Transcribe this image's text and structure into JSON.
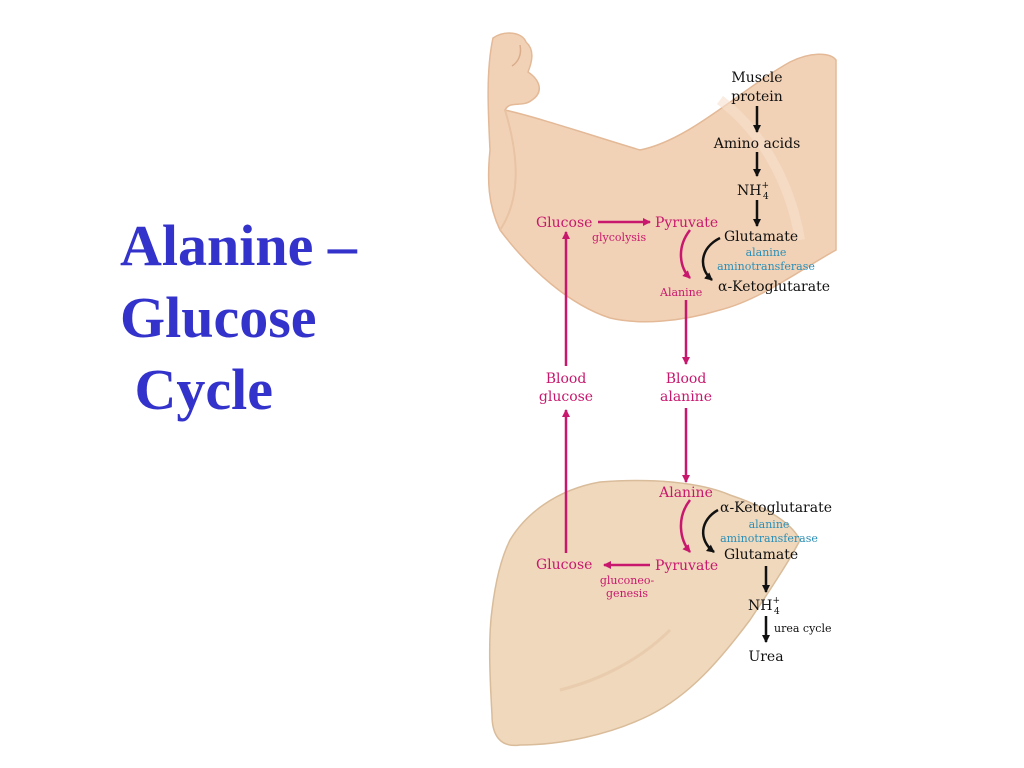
{
  "slide": {
    "title_lines": [
      "Alanine –",
      "Glucose",
      " Cycle"
    ]
  },
  "diagram": {
    "colors": {
      "pathway": "#c8186e",
      "enzyme": "#2a8fb8",
      "text": "#111111",
      "tissue": "#f2d2b6",
      "title": "#3333cc"
    },
    "muscle": {
      "muscle_protein": [
        "Muscle",
        "protein"
      ],
      "amino_acids": "Amino acids",
      "nh4": "NH",
      "nh4_sup": "+",
      "nh4_sub": "4",
      "glucose": "Glucose",
      "glycolysis": "glycolysis",
      "pyruvate": "Pyruvate",
      "glutamate": "Glutamate",
      "enzyme": [
        "alanine",
        "aminotransferase"
      ],
      "alanine": "Alanine",
      "ketoglutarate": "α-Ketoglutarate"
    },
    "blood": {
      "glucose": [
        "Blood",
        "glucose"
      ],
      "alanine": [
        "Blood",
        "alanine"
      ]
    },
    "liver": {
      "alanine": "Alanine",
      "ketoglutarate": "α-Ketoglutarate",
      "enzyme": [
        "alanine",
        "aminotransferase"
      ],
      "glutamate": "Glutamate",
      "glucose": "Glucose",
      "pyruvate": "Pyruvate",
      "gluconeogenesis": [
        "gluconeo-",
        "genesis"
      ],
      "nh4": "NH",
      "nh4_sup": "+",
      "nh4_sub": "4",
      "urea_cycle": "urea cycle",
      "urea": "Urea"
    }
  }
}
